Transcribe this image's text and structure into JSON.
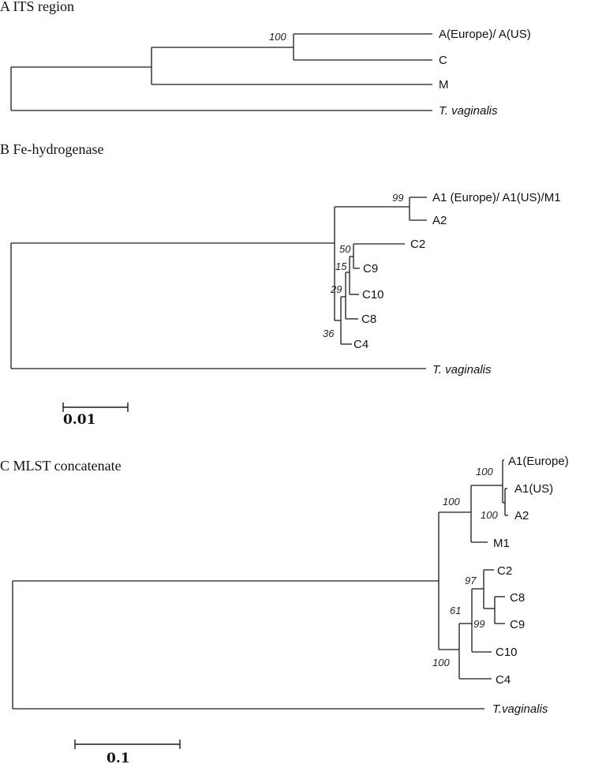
{
  "panels": [
    {
      "title": "A ITS region",
      "leaves": [
        "A(Europe)/ A(US)",
        "C",
        "M",
        "T. vaginalis"
      ],
      "bootstrap": [
        "100"
      ]
    },
    {
      "title": "B Fe-hydrogenase",
      "leaves": [
        "A1 (Europe)/ A1(US)/M1",
        "A2",
        "C2",
        "C9",
        "C10",
        "C8",
        "C4",
        "T. vaginalis"
      ],
      "bootstrap": [
        "99",
        "50",
        "15",
        "29",
        "36"
      ],
      "scale_label": "0.01"
    },
    {
      "title": "C MLST concatenate",
      "leaves": [
        "A1(Europe)",
        "A1(US)",
        "A2",
        "M1",
        "C2",
        "C8",
        "C9",
        "C10",
        "C4",
        "T.vaginalis"
      ],
      "bootstrap": [
        "100",
        "100",
        "100",
        "97",
        "61",
        "99",
        "100"
      ],
      "scale_label": "0.1"
    }
  ]
}
